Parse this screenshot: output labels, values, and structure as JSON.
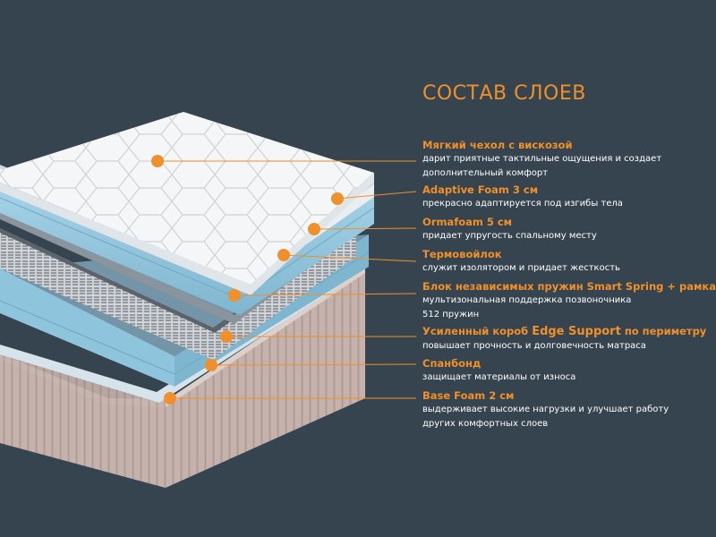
{
  "title": "СОСТАВ СЛОЕВ",
  "colors": {
    "background": "#36444f",
    "accent": "#f0902a",
    "text": "#ffffff",
    "foam": "#8fc4dd",
    "base": "#c5b2ac"
  },
  "layers": [
    {
      "name": "Мягкий чехол с вискозой",
      "desc": [
        "дарит приятные тактильные ощущения и создает",
        "дополнительный комфорт"
      ]
    },
    {
      "name": "Adaptive Foam 3 см",
      "desc": [
        "прекрасно адаптируется под изгибы тела"
      ]
    },
    {
      "name": "Ormafoam 5 см",
      "desc": [
        "придает упругость спальному месту"
      ]
    },
    {
      "name": "Термовойлок",
      "desc": [
        "служит изолятором и придает жесткость"
      ]
    },
    {
      "name": "Блок независимых пружин Smart Spring + рамка",
      "desc": [
        "мультизональная поддержка позвоночника",
        "512 пружин"
      ]
    },
    {
      "name_before": "Усиленный короб ",
      "name_big": "Edge Support",
      "name_after": " по периметру",
      "desc": [
        "повышает прочность и долговечность матраса"
      ]
    },
    {
      "name": "Спанбонд",
      "desc": [
        "защищает материалы от износа"
      ]
    },
    {
      "name": "Base Foam 2 см",
      "desc": [
        "выдерживает высокие нагрузки и улучшает работу",
        "других комфортных слоев"
      ]
    }
  ]
}
